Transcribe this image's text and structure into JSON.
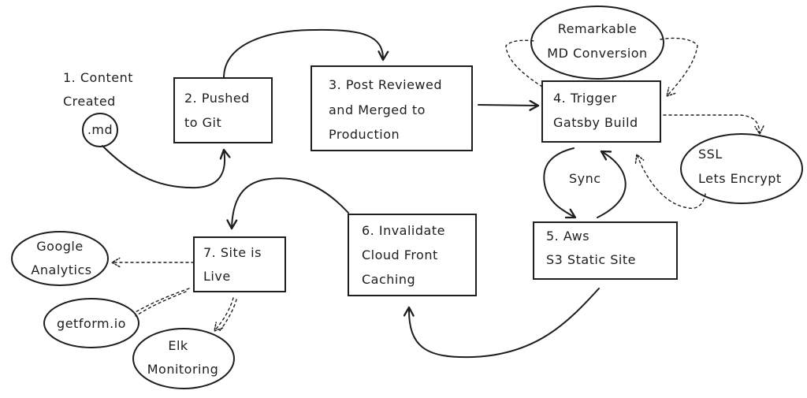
{
  "nodes": {
    "content_created": {
      "line1": "1. Content",
      "line2": "Created"
    },
    "md_file": {
      "label": ".md"
    },
    "pushed": {
      "line1": "2. Pushed",
      "line2": "to Git"
    },
    "reviewed": {
      "line1": "3. Post Reviewed",
      "line2": "and Merged to",
      "line3": "Production"
    },
    "trigger": {
      "line1": "4. Trigger",
      "line2": "Gatsby Build"
    },
    "remarkable": {
      "line1": "Remarkable",
      "line2": "MD Conversion"
    },
    "ssl": {
      "line1": "SSL",
      "line2": "Lets Encrypt"
    },
    "aws": {
      "line1": "5. Aws",
      "line2": "S3 Static Site"
    },
    "invalidate": {
      "line1": "6. Invalidate",
      "line2": "Cloud Front",
      "line3": "Caching"
    },
    "live": {
      "line1": "7. Site is",
      "line2": "Live"
    },
    "google": {
      "line1": "Google",
      "line2": "Analytics"
    },
    "getform": {
      "label": "getform.io"
    },
    "elk": {
      "line1": "Elk",
      "line2": "Monitoring"
    }
  },
  "edges": {
    "sync_label": "Sync"
  },
  "colors": {
    "stroke": "#1e1e1e",
    "background": "#ffffff"
  }
}
